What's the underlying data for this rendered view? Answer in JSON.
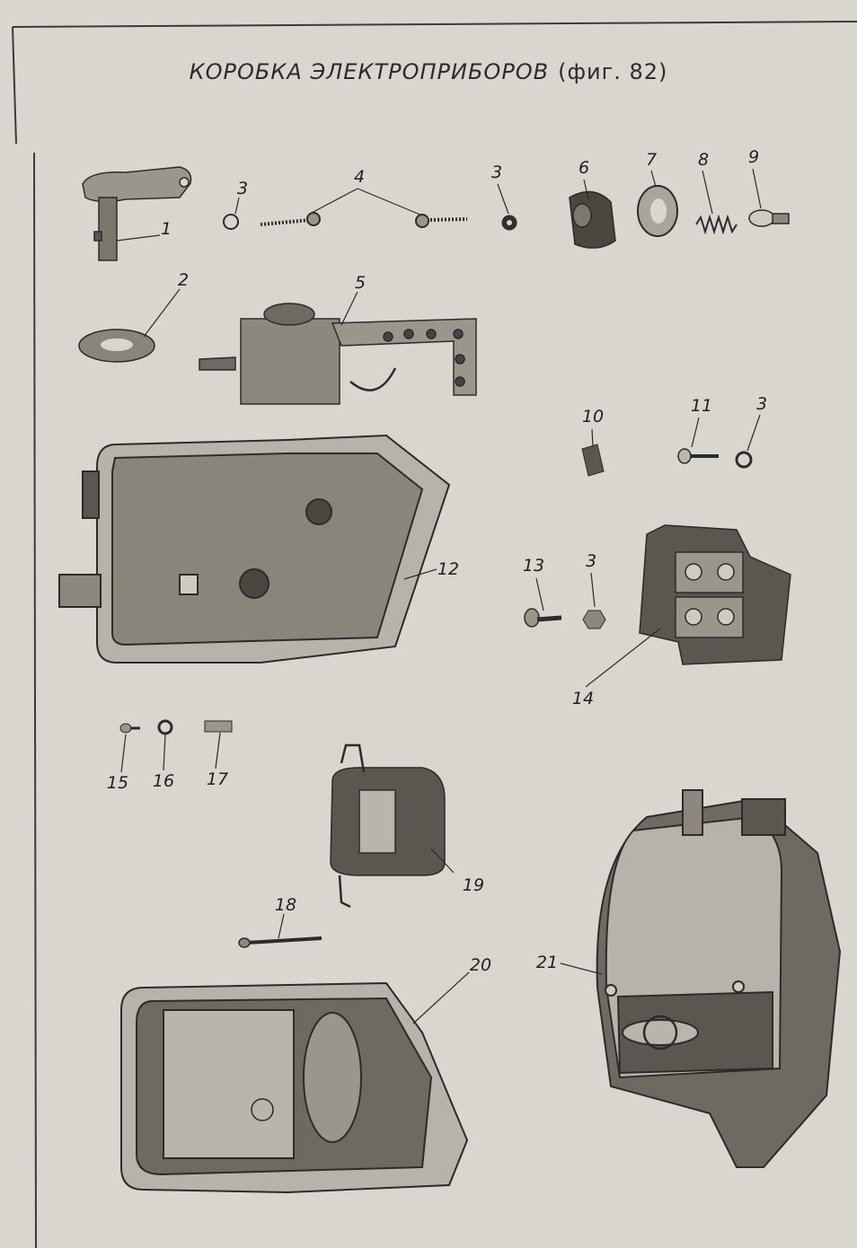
{
  "title": "КОРОБКА ЭЛЕКТРОПРИБОРОВ",
  "figure_ref": "(фиг. 82)",
  "callouts": [
    {
      "id": "c1",
      "text": "1"
    },
    {
      "id": "c2",
      "text": "2"
    },
    {
      "id": "c3a",
      "text": "3"
    },
    {
      "id": "c4",
      "text": "4"
    },
    {
      "id": "c3b",
      "text": "3"
    },
    {
      "id": "c6",
      "text": "6"
    },
    {
      "id": "c7",
      "text": "7"
    },
    {
      "id": "c8",
      "text": "8"
    },
    {
      "id": "c9",
      "text": "9"
    },
    {
      "id": "c5",
      "text": "5"
    },
    {
      "id": "c10",
      "text": "10"
    },
    {
      "id": "c11",
      "text": "11"
    },
    {
      "id": "c3c",
      "text": "3"
    },
    {
      "id": "c12",
      "text": "12"
    },
    {
      "id": "c13",
      "text": "13"
    },
    {
      "id": "c3d",
      "text": "3"
    },
    {
      "id": "c14",
      "text": "14"
    },
    {
      "id": "c15",
      "text": "15"
    },
    {
      "id": "c16",
      "text": "16"
    },
    {
      "id": "c17",
      "text": "17"
    },
    {
      "id": "c19",
      "text": "19"
    },
    {
      "id": "c18",
      "text": "18"
    },
    {
      "id": "c20",
      "text": "20"
    },
    {
      "id": "c21",
      "text": "21"
    }
  ],
  "colors": {
    "paper": "#d9d6cf",
    "ink": "#2b2b2b",
    "part_dark": "#5a5750",
    "part_mid": "#8c887f",
    "part_light": "#b9b5ac"
  }
}
